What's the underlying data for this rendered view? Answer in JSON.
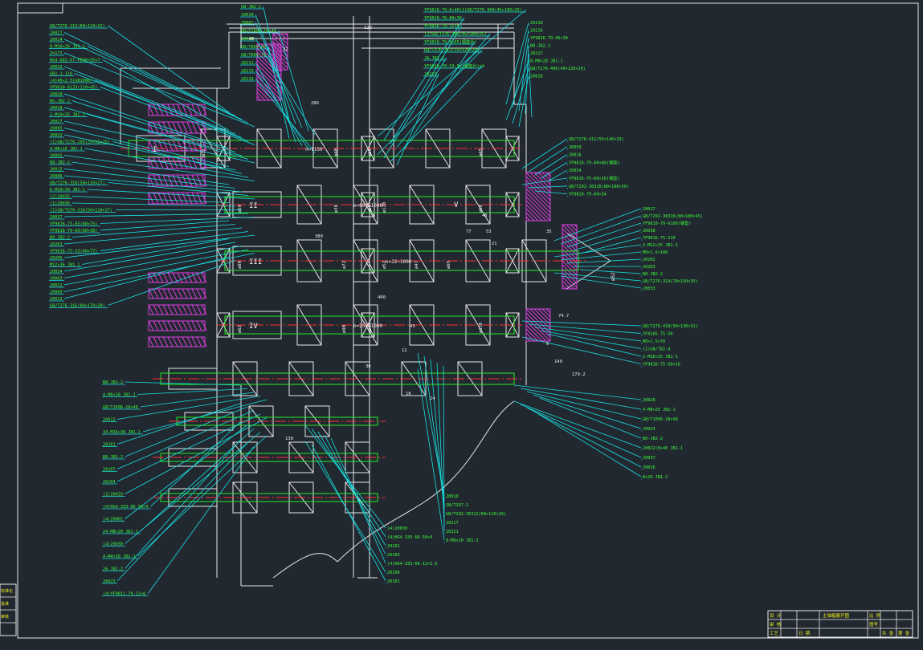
{
  "colors": {
    "background": "#212830",
    "frame": "#e8e8e8",
    "geometry": "#e8e8e8",
    "shaft_green": "#22ee22",
    "leader_cyan": "#19e0e0",
    "center_red": "#ff3030",
    "hatch_magenta": "#e040e0",
    "label_green": "#3cff3c",
    "label_yellow": "#f0f020",
    "dim_white": "#f2f2f2"
  },
  "roman": [
    "I",
    "II",
    "III",
    "IV",
    "V"
  ],
  "ratios": [
    "n=1150",
    "n=800~1000",
    "n=100~800",
    "n=32~1000",
    "n=250~1000",
    "n=32~1000"
  ],
  "dims": [
    "ø32",
    "ø40",
    "ø35",
    "ø45",
    "ø50",
    "ø30",
    "ø55",
    "ø60",
    "ø80",
    "ø72",
    "ø52",
    "ø65",
    "ø62",
    "ø90",
    "ø100",
    "ø110",
    "ø120",
    "ø47"
  ],
  "extra_dims": [
    "40",
    "32",
    "120",
    "280",
    "380",
    "400",
    "43",
    "12",
    "18",
    "24",
    "30",
    "48",
    "53",
    "77",
    "35",
    "21",
    "140",
    "279.2",
    "74.7",
    "6",
    "138"
  ],
  "left_labels": [
    "GB/T276-212(60×110×22)",
    "20027",
    "20014",
    "8-M16×26 JB1-1",
    "Z=177",
    "HG4-682-67-FB40×55×7",
    "20022",
    "GB1-1-110",
    "(4)45×2.5(GB1096)",
    "YF9810-6133(110×45)",
    "20020",
    "HG-JB2-2",
    "20018",
    "2-M10×25 JB1-1",
    "20027",
    "20005",
    "20032",
    "(1)GB/T276-205(25×52×15)",
    "4-M8×16 JB1-1",
    "20005",
    "B8-JB2-2",
    "20015",
    "20006",
    "GB/T276-310(50×110×27)",
    "6-M10×30 JB1-1",
    "(2)20035",
    "(1)20036",
    "(1)GB/T276-310(50×110×27)",
    "20037",
    "YF9816-75-65(80×75)",
    "YF9816-79-60(60×30)",
    "B8-JB2-2",
    "20201",
    "YF9816-75-53(40×77)",
    "20205",
    "M12×36 JB1-1",
    "20034",
    "20003",
    "20022",
    "20009",
    "20013",
    "GB/T276-316(80×170×39)"
  ],
  "lower_left_labels": [
    "B8-JB2-2",
    "4-M8×20 JB1-1",
    "GB/T1096-10×40",
    "20012",
    "34-M16×30 JB1-1",
    "20201",
    "B8-JB2-2",
    "20207",
    "20204",
    "(2)20033",
    "(4)HG4-333-66-58×4",
    "(4)20001",
    "24-M8×20 JB1-1",
    "(4)20030",
    "4-M4×30 JB1-1",
    "26-JB2-2",
    "20023",
    "(4)YF9811-79-22×8"
  ],
  "top_labels": [
    "GB-JB2-2",
    "20030",
    "20002",
    "GB/T1096-10×40",
    "20029",
    "GB/T894-65",
    "GB/T894-75",
    "20211",
    "20213",
    "20214",
    "YF9816-79-6×40(1)GB/T276-309(45×100×25)",
    "YF9810-78-80×30",
    "YF9816-79-1×14",
    "(2)GB/T276-309(45×100×25)",
    "YF9810-79-6×65(钢垫片)",
    "GB/T276-311(55×120×29)",
    "JA-JB2-2",
    "YF9810-78-53.5×(钢垫片)×4",
    "20213"
  ],
  "right_labels": [
    "20210",
    "20216",
    "YF9816-79-45×30",
    "B8-JB2-2",
    "20217",
    "8-M8×20 JB1-1",
    "GB/T276-406(40×120×29)",
    "20018",
    "GB/T276-411(55×140×33)",
    "20050",
    "20016",
    "YF9816-79-60×80(钢垫)",
    "20034",
    "YF9816-75-60×16(钢垫)",
    "GB/T292-36316(80×180×50)",
    "YF9810-79-60×34",
    "20017",
    "GB/T292-36316(80×180×45)",
    "YF9810-79-6100(钢垫)",
    "20038",
    "YF9816-75-110",
    "2-M12×25 JB1-1",
    "M8×1.5×100",
    "20202",
    "20203",
    "B8-JB2-2",
    "GB/T276-314(70×150×35)",
    "20033",
    "GB/T276-410(50×130×31)",
    "YF9105-75-50",
    "M8×1.5×70",
    "(2)GB/T82-4",
    "2-M16×25 JB1-1",
    "YF9816-75-50×16"
  ],
  "lower_right_labels": [
    "20020",
    "4-M8×25 JB1-1",
    "GB/T1096-18×40",
    "20024",
    "B8-JB2-2",
    "20022(8×40 JB1-1",
    "20037",
    "20016",
    "8×20 JB1-2",
    "20010",
    "GB/T297-2",
    "GB/T292-36312(60×110×29)",
    "20217",
    "20221",
    "8-M8×20 JB1-2",
    "(4)20030",
    "(4)HG4-333-66-50×4",
    "20101",
    "20103",
    "(4)HG4-333-66-12×1.6",
    "20100",
    "20101"
  ],
  "title_block_left": [
    "标准化",
    "批准",
    "审核"
  ],
  "title_block": {
    "row1": [
      "设 计",
      "",
      "",
      "主轴箱展开图",
      "比 例",
      ""
    ],
    "row2": [
      "审 核",
      "",
      "",
      "",
      "图号",
      ""
    ],
    "row3": [
      "工艺",
      "",
      "日 期",
      "",
      "共 张",
      "第 张"
    ]
  }
}
